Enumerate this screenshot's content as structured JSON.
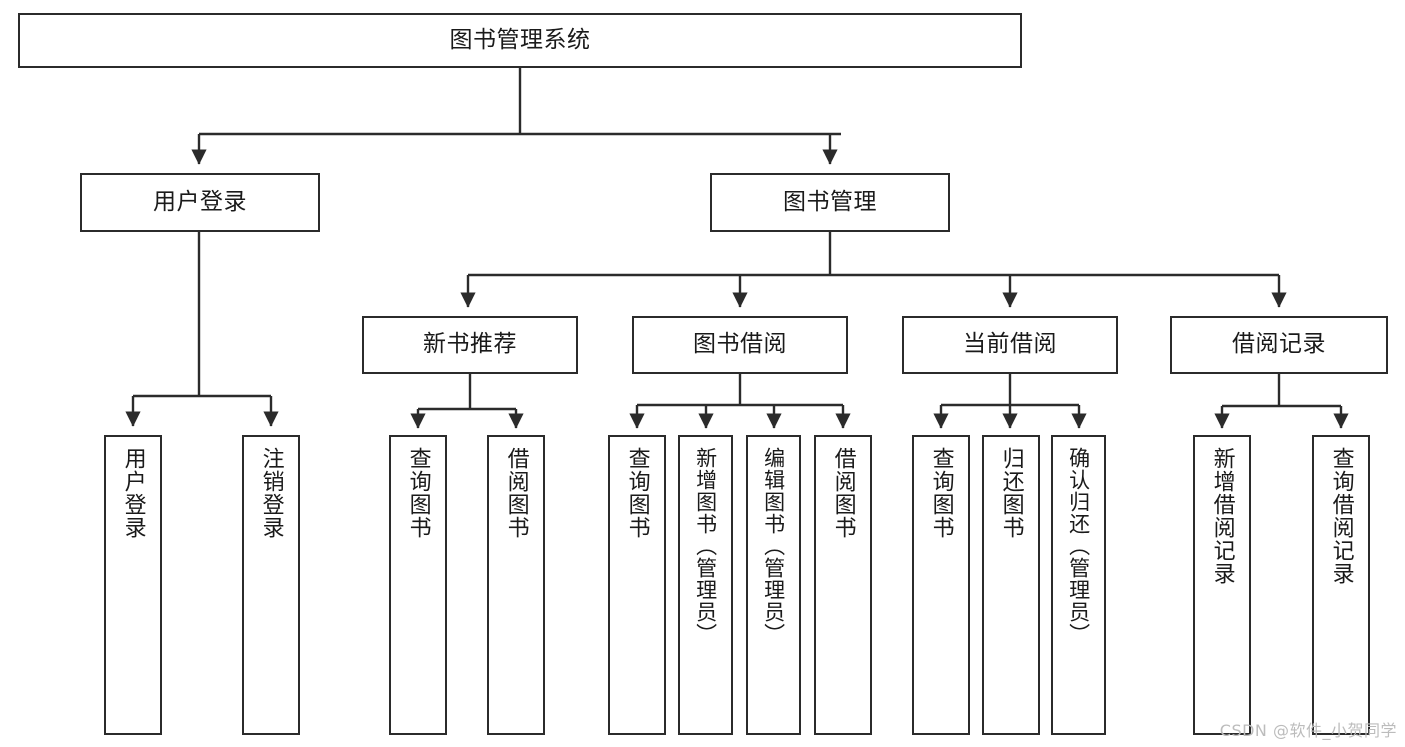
{
  "diagram": {
    "title": "图书管理系统",
    "type": "tree-hierarchy-diagram",
    "edge_color": "#2b2b2b",
    "node_border_color": "#2b2b2b",
    "node_fill_color": "#ffffff",
    "background_color": "#ffffff"
  },
  "nodes": {
    "root": {
      "label": "图书管理系统"
    },
    "level2": [
      {
        "label": "用户登录"
      },
      {
        "label": "图书管理"
      }
    ],
    "level3": [
      {
        "label": "新书推荐"
      },
      {
        "label": "图书借阅"
      },
      {
        "label": "当前借阅"
      },
      {
        "label": "借阅记录"
      }
    ],
    "leaves": {
      "user_login": [
        {
          "label": "用户登录"
        },
        {
          "label": "注销登录"
        }
      ],
      "new_book_recommend": [
        {
          "label": "查询图书"
        },
        {
          "label": "借阅图书"
        }
      ],
      "book_borrow": [
        {
          "label": "查询图书"
        },
        {
          "label": "新增图书（管理员）"
        },
        {
          "label": "编辑图书（管理员）"
        },
        {
          "label": "借阅图书"
        }
      ],
      "current_borrow": [
        {
          "label": "查询图书"
        },
        {
          "label": "归还图书"
        },
        {
          "label": "确认归还（管理员）"
        }
      ],
      "borrow_record": [
        {
          "label": "新增借阅记录"
        },
        {
          "label": "查询借阅记录"
        }
      ]
    }
  },
  "watermark": {
    "text": "CSDN @软件_小贺同学"
  }
}
